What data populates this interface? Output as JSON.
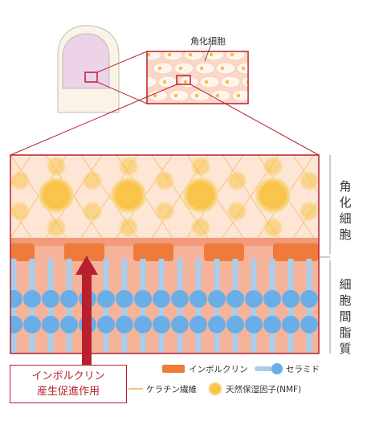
{
  "labels": {
    "small_view": "角化細胞",
    "side_upper": [
      "角",
      "化",
      "細",
      "胞"
    ],
    "side_lower": [
      "細",
      "胞",
      "間",
      "脂",
      "質"
    ],
    "callout_line1": "インボルクリン",
    "callout_line2": "産生促進作用"
  },
  "legend": {
    "involucrin": "インボルクリン",
    "ceramide": "セラミド",
    "keratin": "ケラチン繊維",
    "nmf": "天然保湿因子(NMF)"
  },
  "colors": {
    "red": "#b8202e",
    "orange_block": "#ef7a3a",
    "ceramide_head": "#6aaee8",
    "ceramide_tail": "#a9cdeb",
    "nmf": "#f7be3a",
    "keratin": "#f3c27a",
    "upper_bg": "#fde6d6",
    "lower_bg": "#f3a88a"
  }
}
